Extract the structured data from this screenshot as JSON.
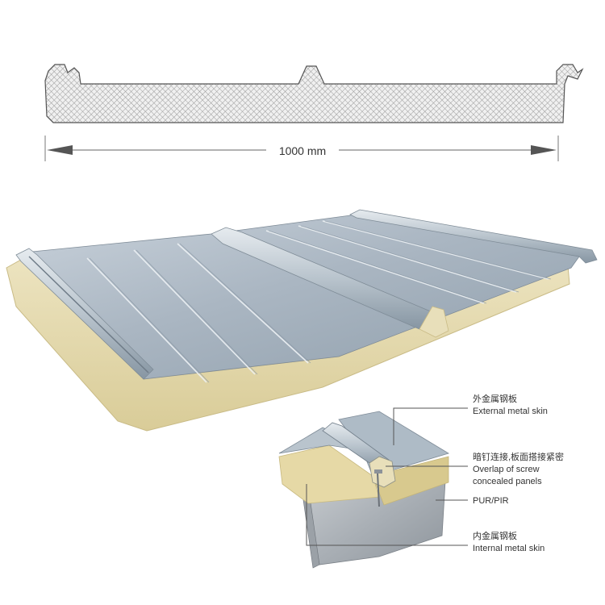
{
  "diagram": {
    "profile": {
      "width_label": "1000 mm"
    },
    "callouts": [
      {
        "id": "external",
        "zh": "外金属钢板",
        "en": [
          "External metal skin"
        ]
      },
      {
        "id": "overlap",
        "zh": "暗钉连接,板面搭接紧密",
        "en": [
          "Overlap of screw",
          "concealed panels"
        ]
      },
      {
        "id": "core",
        "zh": "",
        "en": [
          "PUR/PIR"
        ]
      },
      {
        "id": "internal",
        "zh": "内金属钢板",
        "en": [
          "Internal metal skin"
        ]
      }
    ]
  }
}
